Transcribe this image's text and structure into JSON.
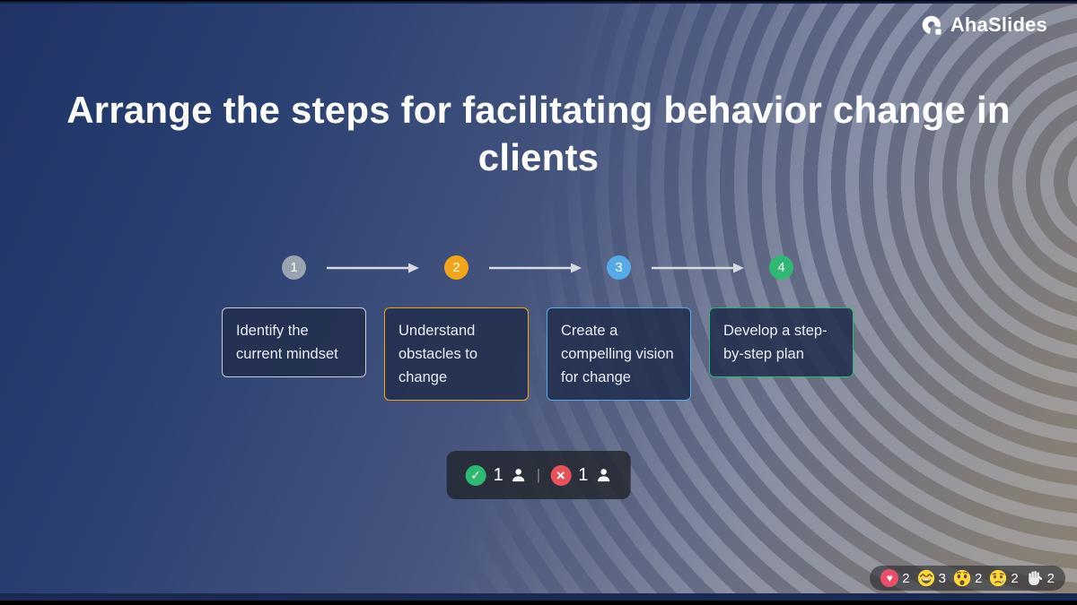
{
  "brand": {
    "name": "AhaSlides"
  },
  "slide": {
    "title": "Arrange the steps for facilitating behavior change in clients"
  },
  "steps": [
    {
      "number": "1",
      "label": "Identify the current mindset",
      "accent": "#9aa3b0",
      "border": "#c8cdd7"
    },
    {
      "number": "2",
      "label": "Understand obstacles to change",
      "accent": "#f2a516",
      "border": "#efa41f"
    },
    {
      "number": "3",
      "label": "Create a compelling vision for change",
      "accent": "#58a9e8",
      "border": "#58a9e8"
    },
    {
      "number": "4",
      "label": "Develop a step-by-step plan",
      "accent": "#2eb873",
      "border": "#2eb873"
    }
  ],
  "results": {
    "correct_glyph": "✓",
    "correct_count": "1",
    "divider": "|",
    "incorrect_glyph": "×",
    "incorrect_count": "1",
    "correct_color": "#2eb872",
    "incorrect_color": "#e8505b"
  },
  "reactions": {
    "items": [
      {
        "icon": "heart",
        "glyph": "♥",
        "count": "2",
        "color": "#e94f68"
      },
      {
        "icon": "laughing-face",
        "count": "3"
      },
      {
        "icon": "astonished-face",
        "count": "2"
      },
      {
        "icon": "crying-face",
        "count": "2"
      },
      {
        "icon": "raised-hand",
        "count": "2"
      }
    ]
  }
}
